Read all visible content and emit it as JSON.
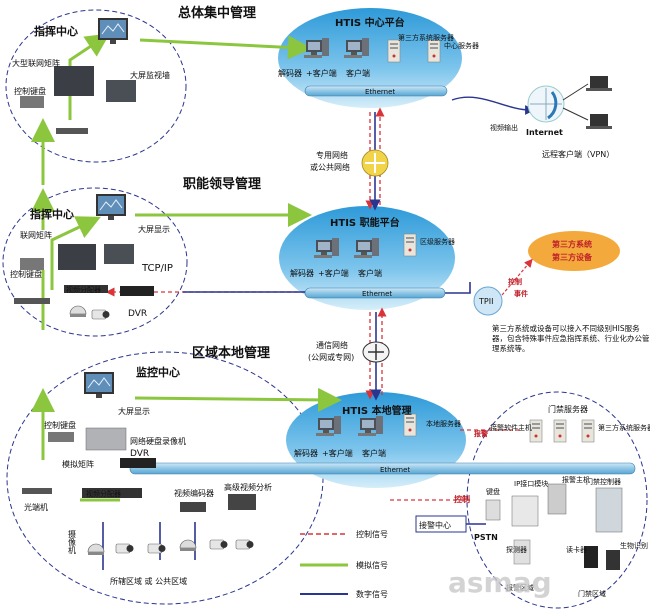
{
  "colors": {
    "control": "#d9343a",
    "analog": "#8cc63f",
    "digital": "#2a3590",
    "bus": "#8ec6e6",
    "cloud": "#3aa6e0",
    "third_party": "#f3a93c"
  },
  "labels": {
    "section_central": "总体集中管理",
    "section_functional": "职能领导管理",
    "section_local": "区域本地管理",
    "cmd_center_1": "指挥中心",
    "cmd_center_2": "指挥中心",
    "monitor_center": "监控中心",
    "large_matrix": "大型联网矩阵",
    "large_wall": "大屏监视墙",
    "control_keyboard_1": "控制键盘",
    "net_matrix": "联网矩阵",
    "large_display_2": "大屏显示",
    "control_keyboard_2": "控制键盘",
    "tcpip": "TCP/IP",
    "video_dist_2": "视频分配器",
    "dvr_2": "DVR",
    "large_display_3": "大屏显示",
    "control_keyboard_3": "控制键盘",
    "net_hdd_dvr": "网络硬盘录像机",
    "dvr_3": "DVR",
    "analog_matrix": "模拟矩阵",
    "optical_terminal": "光端机",
    "video_dist_3": "视频分配器",
    "video_encoder": "视频编码器",
    "hd_video_analysis": "高级视频分析",
    "camera_v": "摄像机",
    "area_text": "所辖区域    或    公共区域",
    "platform_central": "HTIS 中心平台",
    "pc_decoder_client_1": "解码器",
    "pc_client_1": "+客户端",
    "pc_client_2": "客户端",
    "third_party_server": "第三方系统服务器",
    "center_server": "中心服务器",
    "ethernet_1": "Ethernet",
    "network_1": "专用网络",
    "network_1b": "或公共网络",
    "platform_functional": "HTIS 职能平台",
    "pc_decoder_client_2": "解码器",
    "pc_client_3": "+客户端",
    "pc_client_4": "客户端",
    "district_server": "区级服务器",
    "ethernet_2": "Ethernet",
    "network_2": "通信网络",
    "network_2b": "(公网或专网)",
    "platform_local": "HTIS 本地管理",
    "pc_decoder_client_3": "解码器",
    "pc_client_5": "+客户端",
    "pc_client_6": "客户端",
    "local_server": "本地服务器",
    "ethernet_3": "Ethernet",
    "video_output": "视频输出",
    "internet": "Internet",
    "remote_client": "远程客户端（VPN）",
    "third_party_system": "第三方系统",
    "third_party_device": "第三方设备",
    "tpii": "TPII",
    "control_label": "控制",
    "event_label": "事件",
    "third_party_note": "第三方系统或设备可以接入不同级别HIS服务器，包含特殊事件应急指挥系统、行业化办公管理系统等。",
    "access_server": "门禁服务器",
    "alarm_software_host": "接警软件主机",
    "third_party_server_2": "第三方系统服务器",
    "alarm_label": "报警",
    "ip_module": "IP接口模块",
    "access_controller": "门禁控制器",
    "keyboard": "键盘",
    "control_red": "控制",
    "alarm_host": "报警主机",
    "alarm_center": "接警中心",
    "pstn": "PSTN",
    "detector": "探测器",
    "reader": "读卡器",
    "bio_recognition": "生物识别",
    "alarm_zone": "报警区域",
    "access_zone": "门禁区域",
    "legend_control": "控制信号",
    "legend_analog": "模拟信号",
    "legend_digital": "数字信号",
    "watermark": "asmag"
  }
}
